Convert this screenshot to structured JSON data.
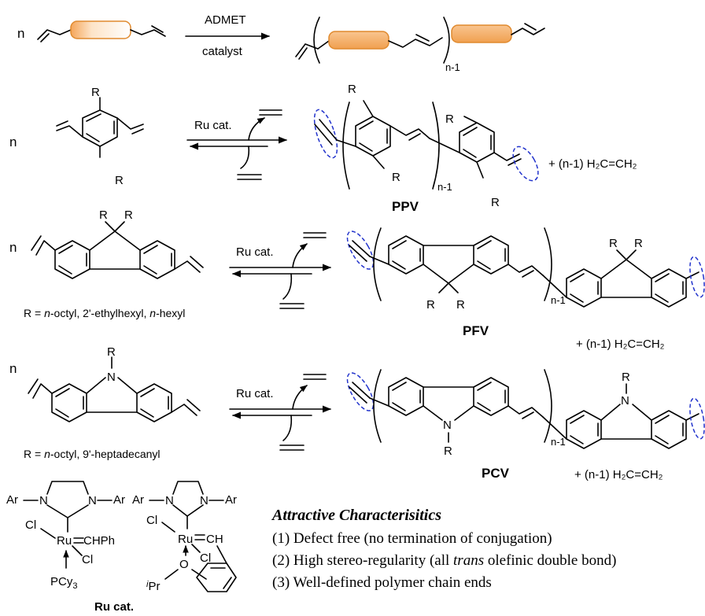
{
  "row1": {
    "n": "n",
    "arrow_top": "ADMET",
    "arrow_bottom": "catalyst",
    "subscript": "n-1"
  },
  "row2": {
    "n": "n",
    "r_top": "R",
    "r_bottom": "R",
    "arrow_label": "Ru cat.",
    "product_r1": "R",
    "product_r2": "R",
    "product_r3": "R",
    "product_r4": "R",
    "subscript": "n-1",
    "byproduct": "+ (n-1) H₂C=CH₂",
    "name": "PPV"
  },
  "row3": {
    "n": "n",
    "r1": "R",
    "r2": "R",
    "arrow_label": "Ru cat.",
    "r_note_prefix": "R = ",
    "r_note_italic1": "n",
    "r_note_mid1": "-octyl, 2'-ethylhexyl, ",
    "r_note_italic2": "n",
    "r_note_end": "-hexyl",
    "p_r1": "R",
    "p_r2": "R",
    "p_r3": "R",
    "p_r4": "R",
    "subscript": "n-1",
    "name": "PFV",
    "byproduct": "+ (n-1) H₂C=CH₂"
  },
  "row4": {
    "n": "n",
    "r": "R",
    "nitrogen": "N",
    "arrow_label": "Ru cat.",
    "r_note_prefix": "R = ",
    "r_note_italic": "n",
    "r_note_rest": "-octyl, 9'-heptadecanyl",
    "p_r1": "R",
    "p_n1": "N",
    "p_r2": "R",
    "p_n2": "N",
    "subscript": "n-1",
    "name": "PCV",
    "byproduct": "+ (n-1) H₂C=CH₂"
  },
  "catalysts": {
    "ar1": "Ar",
    "n1": "N",
    "n2": "N",
    "ar2": "Ar",
    "cl1": "Cl",
    "ru1": "Ru",
    "chph": "CHPh",
    "cl2": "Cl",
    "pcy3": "PCy",
    "pcy3_sub": "3",
    "ar3": "Ar",
    "n3": "N",
    "n4": "N",
    "ar4": "Ar",
    "cl3": "Cl",
    "ru2": "Ru",
    "ch": "CH",
    "cl4": "Cl",
    "o": "O",
    "ipr_i": "i",
    "ipr": "Pr",
    "label": "Ru cat."
  },
  "characteristics": {
    "title": "Attractive Characterisitics",
    "item1": "(1) Defect free (no termination of conjugation)",
    "item2_pre": "(2) High stereo-regularity (all ",
    "item2_italic": "trans",
    "item2_post": " olefinic double bond)",
    "item3": "(3) Well-defined polymer chain ends"
  },
  "colors": {
    "orange_fill": "#f6b26b",
    "orange_stroke": "#e08a2e",
    "dash_blue": "#2233cc"
  }
}
